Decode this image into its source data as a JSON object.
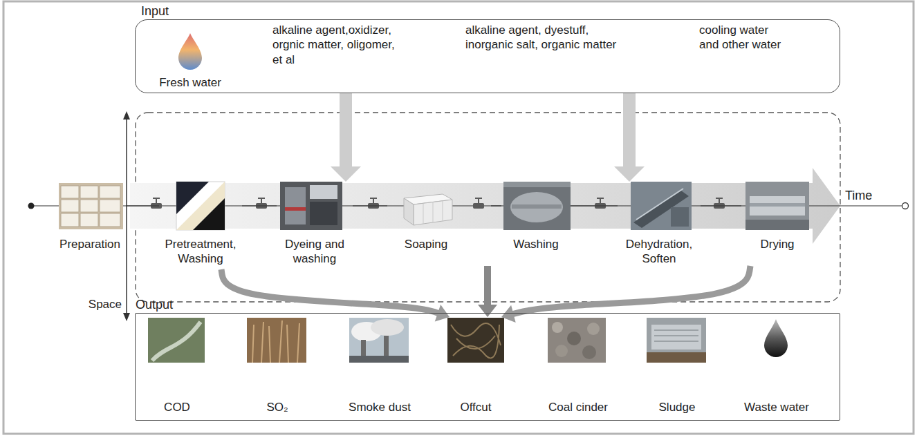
{
  "diagram": {
    "nodes": [
      {
        "text": [
          "Input",
          "Fresh water",
          "alkaline agent,oxidizer, orgnic matter, oligomer, et al",
          "alkaline agent, dyestuff, inorganic salt, organic matter",
          "cooling water and other water"
        ]
      },
      {
        "text": [
          "Preparation"
        ]
      },
      {
        "text": [
          "Pretreatment, Washing"
        ]
      },
      {
        "text": [
          "Dyeing and washing"
        ]
      },
      {
        "text": [
          "Soaping"
        ]
      },
      {
        "text": [
          "Washing"
        ]
      },
      {
        "text": [
          "Dehydration, Soften"
        ]
      },
      {
        "text": [
          "Drying"
        ]
      },
      {
        "text": [
          "Output"
        ]
      },
      {
        "text": [
          "COD"
        ],
        "in": 8
      },
      {
        "text": [
          "SO₂"
        ],
        "in": 8
      },
      {
        "text": [
          "Smoke dust"
        ],
        "in": 8
      },
      {
        "text": [
          "Offcut"
        ],
        "in": 8
      },
      {
        "text": [
          "Coal cinder"
        ],
        "in": 8
      },
      {
        "text": [
          "Sludge"
        ],
        "in": 8
      },
      {
        "text": [
          "Waste water"
        ],
        "in": 8
      }
    ],
    "edges": [
      {
        "from": 1,
        "to": 2,
        "arrow": "none"
      },
      {
        "from": 2,
        "to": 3,
        "arrow": "none"
      },
      {
        "from": 3,
        "to": 4,
        "arrow": "none"
      },
      {
        "from": 4,
        "to": 5,
        "arrow": "none"
      },
      {
        "from": 5,
        "to": 6,
        "arrow": "none"
      },
      {
        "from": 6,
        "to": 7,
        "arrow": "none"
      },
      {
        "from": 0,
        "to": 3,
        "arrow": "to"
      },
      {
        "from": 0,
        "to": 6,
        "arrow": "to"
      },
      {
        "from": 2,
        "to": 12,
        "arrow": "to"
      },
      {
        "from": 4,
        "to": 12,
        "arrow": "to"
      },
      {
        "from": 7,
        "to": 12,
        "arrow": "to"
      }
    ],
    "labels": [
      "Time",
      "Space"
    ]
  }
}
